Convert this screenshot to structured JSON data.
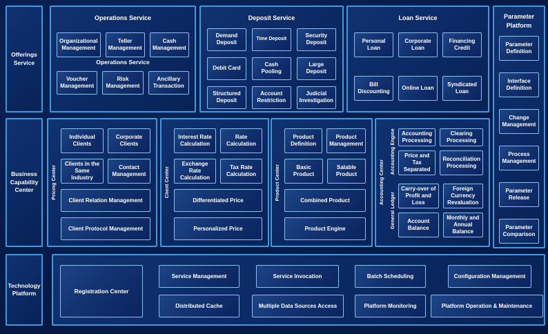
{
  "left_rail": {
    "offerings": "Offerings Service",
    "business_capability": "Business Capability Center",
    "technology": "Technology Platform"
  },
  "operations_service": {
    "title": "Operations Service",
    "watermark": "Operations Service",
    "row1": [
      "Organizational Management",
      "Teller Management",
      "Cash Management"
    ],
    "row2": [
      "Voucher Management",
      "Risk Management",
      "Ancillary Transaction"
    ]
  },
  "deposit_service": {
    "title": "Deposit Service",
    "items": [
      "Demand Deposit",
      "Time Deposit",
      "Security Deposit",
      "Debit Card",
      "Cash Pooling",
      "Large Deposit",
      "Structured Deposit",
      "Account Restriction",
      "Judicial Investigation"
    ]
  },
  "loan_service": {
    "title": "Loan Service",
    "items": [
      "Personal Loan",
      "Corporate Loan",
      "Financing Credit",
      "Bill Discounting",
      "Online Loan",
      "Syndicated Loan"
    ]
  },
  "parameter_platform": {
    "title": "Parameter Platform",
    "items": [
      "Parameter Definition",
      "Interface Definition",
      "Change Management",
      "Process Management",
      "Parameter Release",
      "Parameter Comparison"
    ]
  },
  "pricing_center": {
    "label": "Pricing Center",
    "grid": [
      "Individual Clients",
      "Corporate Clients",
      "Clients in the Same Industry",
      "Contact Management"
    ],
    "wide": [
      "Client Relation Management",
      "Client Protocol Management"
    ]
  },
  "client_center": {
    "label": "Client Center",
    "grid": [
      "Interest Rate Calculation",
      "Rate Calculation",
      "Exchange Rate Calculation",
      "Tax Rate Calculation"
    ],
    "wide": [
      "Differentiated Price",
      "Personalized Price"
    ]
  },
  "product_center": {
    "label": "Product Center",
    "grid": [
      "Product Definition",
      "Product Management",
      "Basic Product",
      "Salable Product"
    ],
    "wide": [
      "Combined Product",
      "Product Engine"
    ]
  },
  "accounting_center": {
    "label": "Accounting Center",
    "engine": {
      "label": "Accounting Engine",
      "items": [
        "Accounting Processing",
        "Clearing Processing",
        "Price and Tax Separated",
        "Reconciliation Processing"
      ]
    },
    "ledger": {
      "label": "General Ledger",
      "items": [
        "Carry-over of Profit and Loss",
        "Foreign Currency Revaluation",
        "Account Balance",
        "Monthly and Annual Balance"
      ]
    }
  },
  "technology_platform_panel": {
    "registration": "Registration Center",
    "row1": [
      "Service Management",
      "Service Invocation",
      "Batch Scheduling",
      "Configuration Management"
    ],
    "row2": [
      "Distributed Cache",
      "Multiple Data Sources Access",
      "Platform Monitoring",
      "Platform Operation & Maintenance"
    ]
  },
  "colors": {
    "background": "#061b4a",
    "panel_fill": "#0b2a66",
    "panel_border": "#3f9ae0",
    "box_border": "#8ac2ee",
    "text": "#ffffff"
  }
}
